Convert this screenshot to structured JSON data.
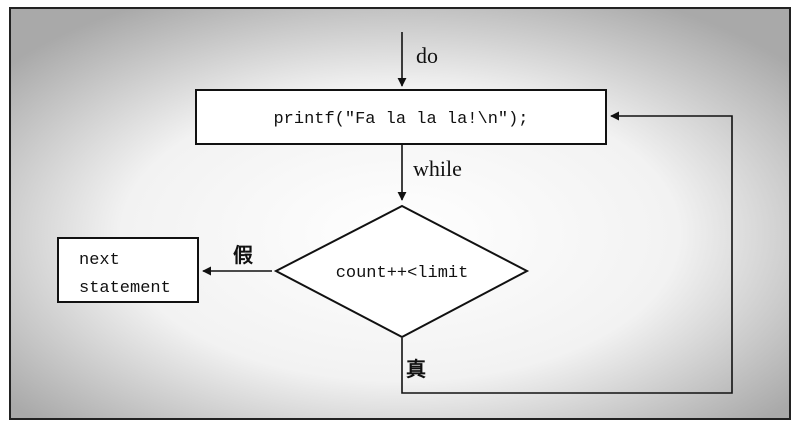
{
  "diagram": {
    "labels": {
      "do": "do",
      "while": "while",
      "false_branch": "假",
      "true_branch": "真"
    },
    "nodes": {
      "statement_box": "printf(\"Fa la la la!\\n\");",
      "condition": "count++<limit",
      "next_line1": "next",
      "next_line2": "statement"
    }
  }
}
